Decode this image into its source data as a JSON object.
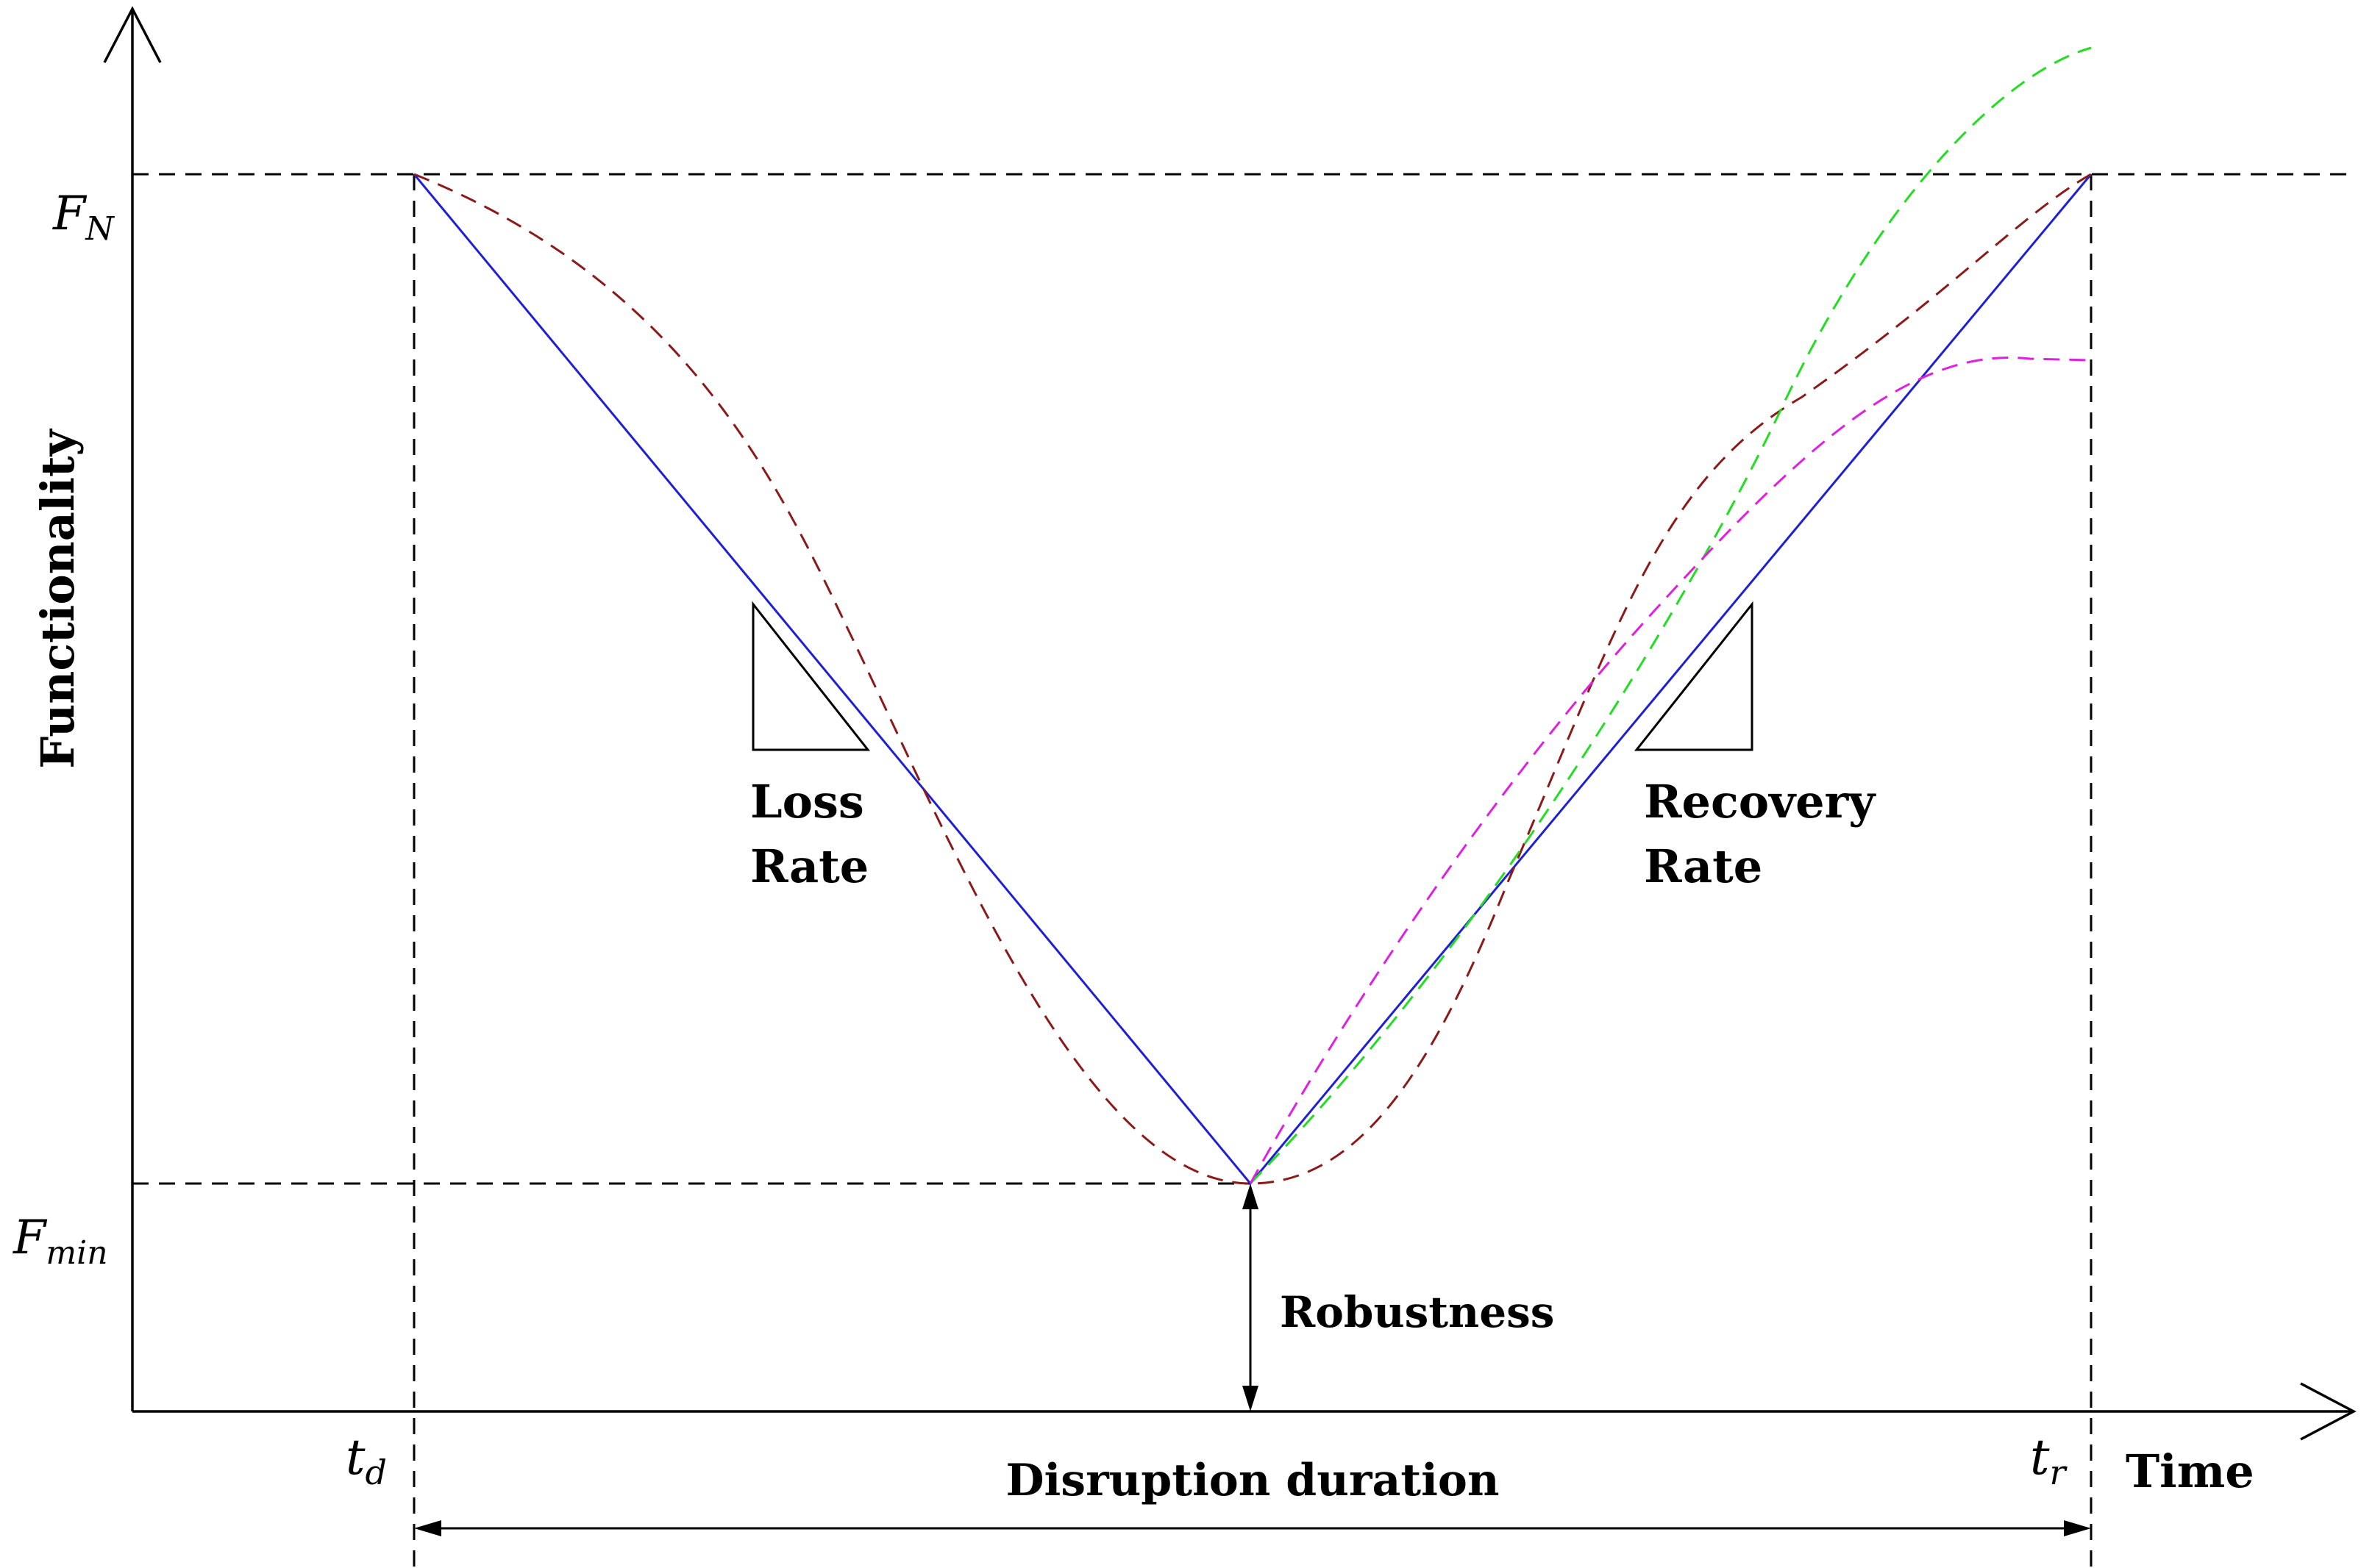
{
  "labels": {
    "y_axis": "Functionality",
    "x_axis": "Time",
    "f_n": {
      "base": "F",
      "sub": "N"
    },
    "f_min": {
      "base": "F",
      "sub": "min"
    },
    "t_d": {
      "base": "t",
      "sub": "d"
    },
    "t_r": {
      "base": "t",
      "sub": "r"
    },
    "loss_rate": [
      "Loss",
      "Rate"
    ],
    "recovery_rate": [
      "Recovery",
      "Rate"
    ],
    "robustness": "Robustness",
    "disruption_duration": "Disruption duration"
  },
  "colors": {
    "axis": "#000000",
    "linear_path": "#1f1fd6",
    "brown_path": "#8b1a1a",
    "green_path": "#22dd22",
    "magenta_path": "#e020e0"
  }
}
